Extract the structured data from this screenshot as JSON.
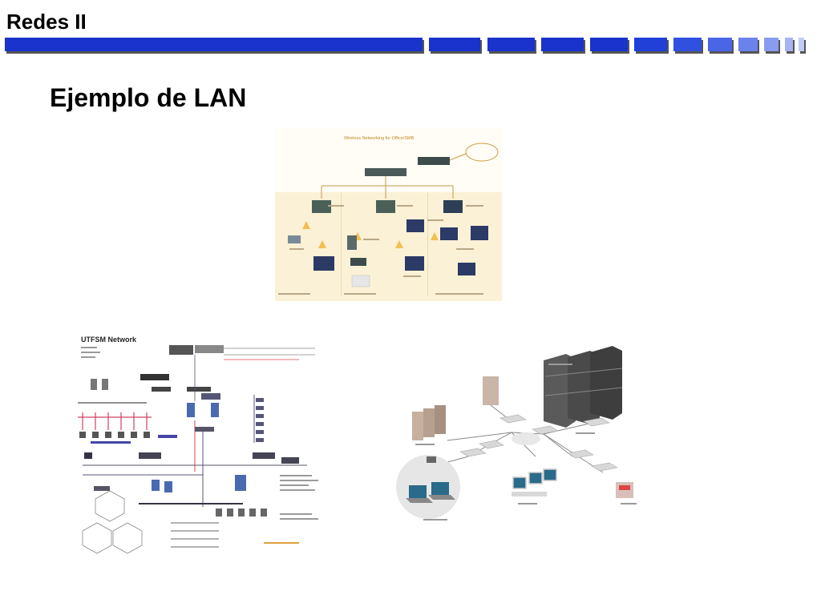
{
  "header": {
    "course": "Redes II"
  },
  "slide": {
    "title": "Ejemplo de LAN"
  },
  "figures": {
    "wireless": {
      "heading": "Wireless Networking for Office/SMB"
    },
    "utfsm": {
      "heading": "UTFSM Network"
    }
  },
  "colors": {
    "accent_bar": "#1a33cc"
  }
}
